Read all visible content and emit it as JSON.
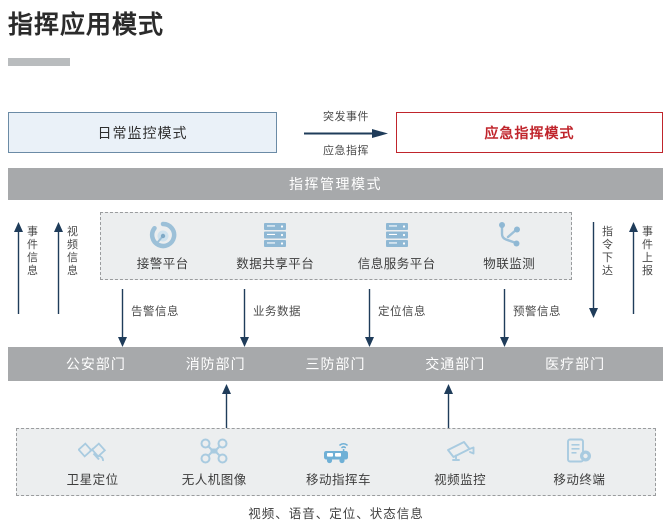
{
  "title": "指挥应用模式",
  "colors": {
    "accent_gray": "#a7a9ab",
    "rule_gray": "#b9bcbe",
    "emergency_red": "#c0252c",
    "daily_blue_border": "#6b8ba6",
    "daily_blue_fill": "#eaf1f8",
    "panel_fill": "#eceeef",
    "arrow_navy": "#1f3c5a",
    "icon_blue": "#8fb8d4"
  },
  "modes": {
    "daily_label": "日常监控模式",
    "emergency_label": "应急指挥模式",
    "transition_top_label": "突发事件",
    "transition_bottom_label": "应急指挥"
  },
  "management_band": {
    "label": "指挥管理模式"
  },
  "platforms": [
    {
      "label": "接警平台",
      "icon": "alarm-receiving-icon"
    },
    {
      "label": "数据共享平台",
      "icon": "server-stack-icon"
    },
    {
      "label": "信息服务平台",
      "icon": "server-stack-icon"
    },
    {
      "label": "物联监测",
      "icon": "iot-node-icon"
    }
  ],
  "side_arrows": {
    "left": [
      {
        "label": "事件信息",
        "direction": "up"
      },
      {
        "label": "视频信息",
        "direction": "up"
      }
    ],
    "right": [
      {
        "label": "指令下达",
        "direction": "down"
      },
      {
        "label": "事件上报",
        "direction": "up"
      }
    ]
  },
  "flow_arrows": [
    {
      "label": "告警信息",
      "direction": "down"
    },
    {
      "label": "业务数据",
      "direction": "down"
    },
    {
      "label": "定位信息",
      "direction": "down"
    },
    {
      "label": "预警信息",
      "direction": "down"
    }
  ],
  "departments": [
    {
      "label": "公安部门"
    },
    {
      "label": "消防部门"
    },
    {
      "label": "三防部门"
    },
    {
      "label": "交通部门"
    },
    {
      "label": "医疗部门"
    }
  ],
  "devices": [
    {
      "label": "卫星定位",
      "icon": "satellite-icon"
    },
    {
      "label": "无人机图像",
      "icon": "drone-icon"
    },
    {
      "label": "移动指挥车",
      "icon": "command-vehicle-icon"
    },
    {
      "label": "视频监控",
      "icon": "cctv-camera-icon"
    },
    {
      "label": "移动终端",
      "icon": "mobile-terminal-icon"
    }
  ],
  "bottom_caption": "视频、语音、定位、状态信息"
}
